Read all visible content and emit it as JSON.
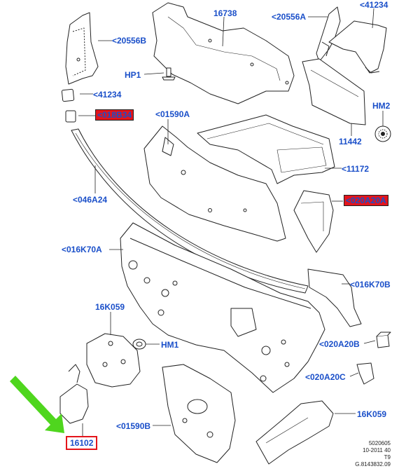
{
  "labels": {
    "l_16738": "16738",
    "l_20556A": "<20556A",
    "l_41234_top": "<41234",
    "l_20556B": "<20556B",
    "l_HP1": "HP1",
    "l_41234_left": "<41234",
    "l_018B34": "<018B34",
    "l_01590A": "<01590A",
    "l_HM2": "HM2",
    "l_11442": "11442",
    "l_11172": "<11172",
    "l_046A24": "<046A24",
    "l_020A20A": "<020A20A",
    "l_016K70A": "<016K70A",
    "l_016K70B": "<016K70B",
    "l_16K059_left": "16K059",
    "l_HM1": "HM1",
    "l_020A20B": "<020A20B",
    "l_020A20C": "<020A20C",
    "l_01590B": "<01590B",
    "l_16K059_right": "16K059",
    "l_16102": "16102"
  },
  "footer": [
    "5020605",
    "10-2011 40",
    "T9",
    "G.8143832.09"
  ],
  "colors": {
    "label": "#1a4fc9",
    "highlight": "#e4141b",
    "arrow": "#4fd61e",
    "line": "#222222"
  }
}
